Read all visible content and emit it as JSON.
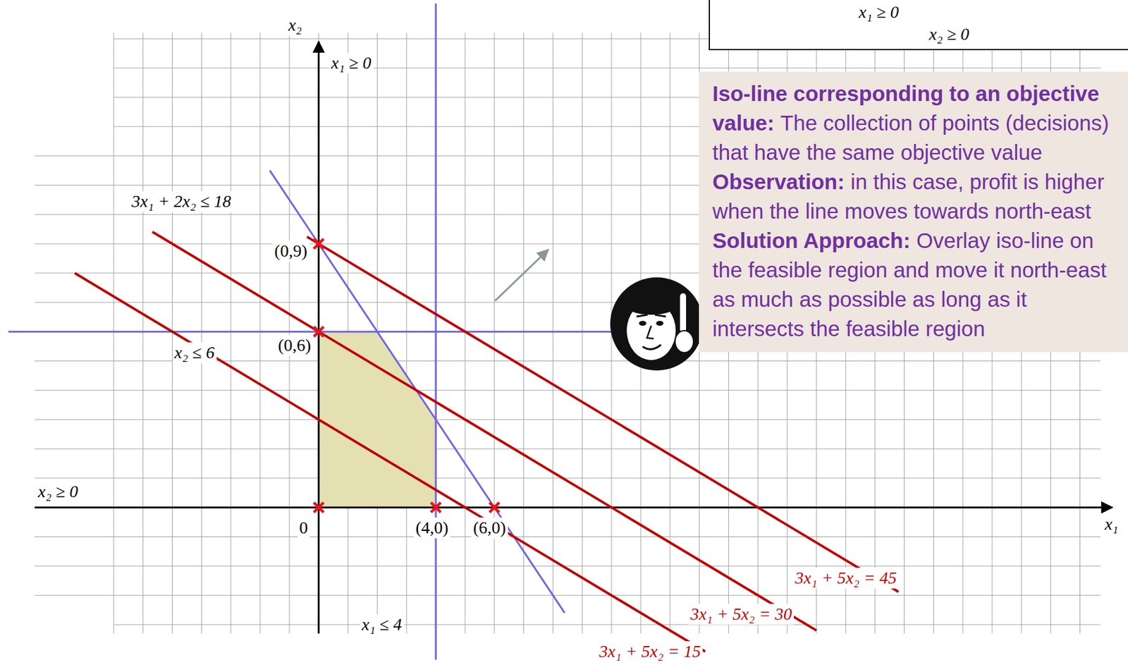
{
  "diagram": {
    "nodes": [
      {
        "text": [
          "x₁ ≥ 0",
          "x₂ ≥ 0"
        ]
      },
      {
        "text": [
          "Iso-line corresponding to an objective value:",
          "The collection of points (decisions) that have the same objective value",
          "Observation:",
          "in this case, profit is higher when the line moves towards north-east",
          "Solution Approach:",
          "Overlay iso-line on the feasible region and move it north-east as much as possible as long as it intersects the feasible region"
        ]
      }
    ],
    "labels": [
      "x₂",
      "x₁ ≥ 0",
      "3x₁ + 2x₂ ≤ 18",
      "(0,9)",
      "(0,6)",
      "x₂ ≤ 6",
      "x₂ ≥ 0",
      "0",
      "(4,0)",
      "(6,0)",
      "x₁ ≤ 4",
      "3x₁ + 5x₂ = 45",
      "3x₁ + 5x₂ = 30",
      "3x₁ + 5x₂ = 15",
      "x₁"
    ]
  }
}
